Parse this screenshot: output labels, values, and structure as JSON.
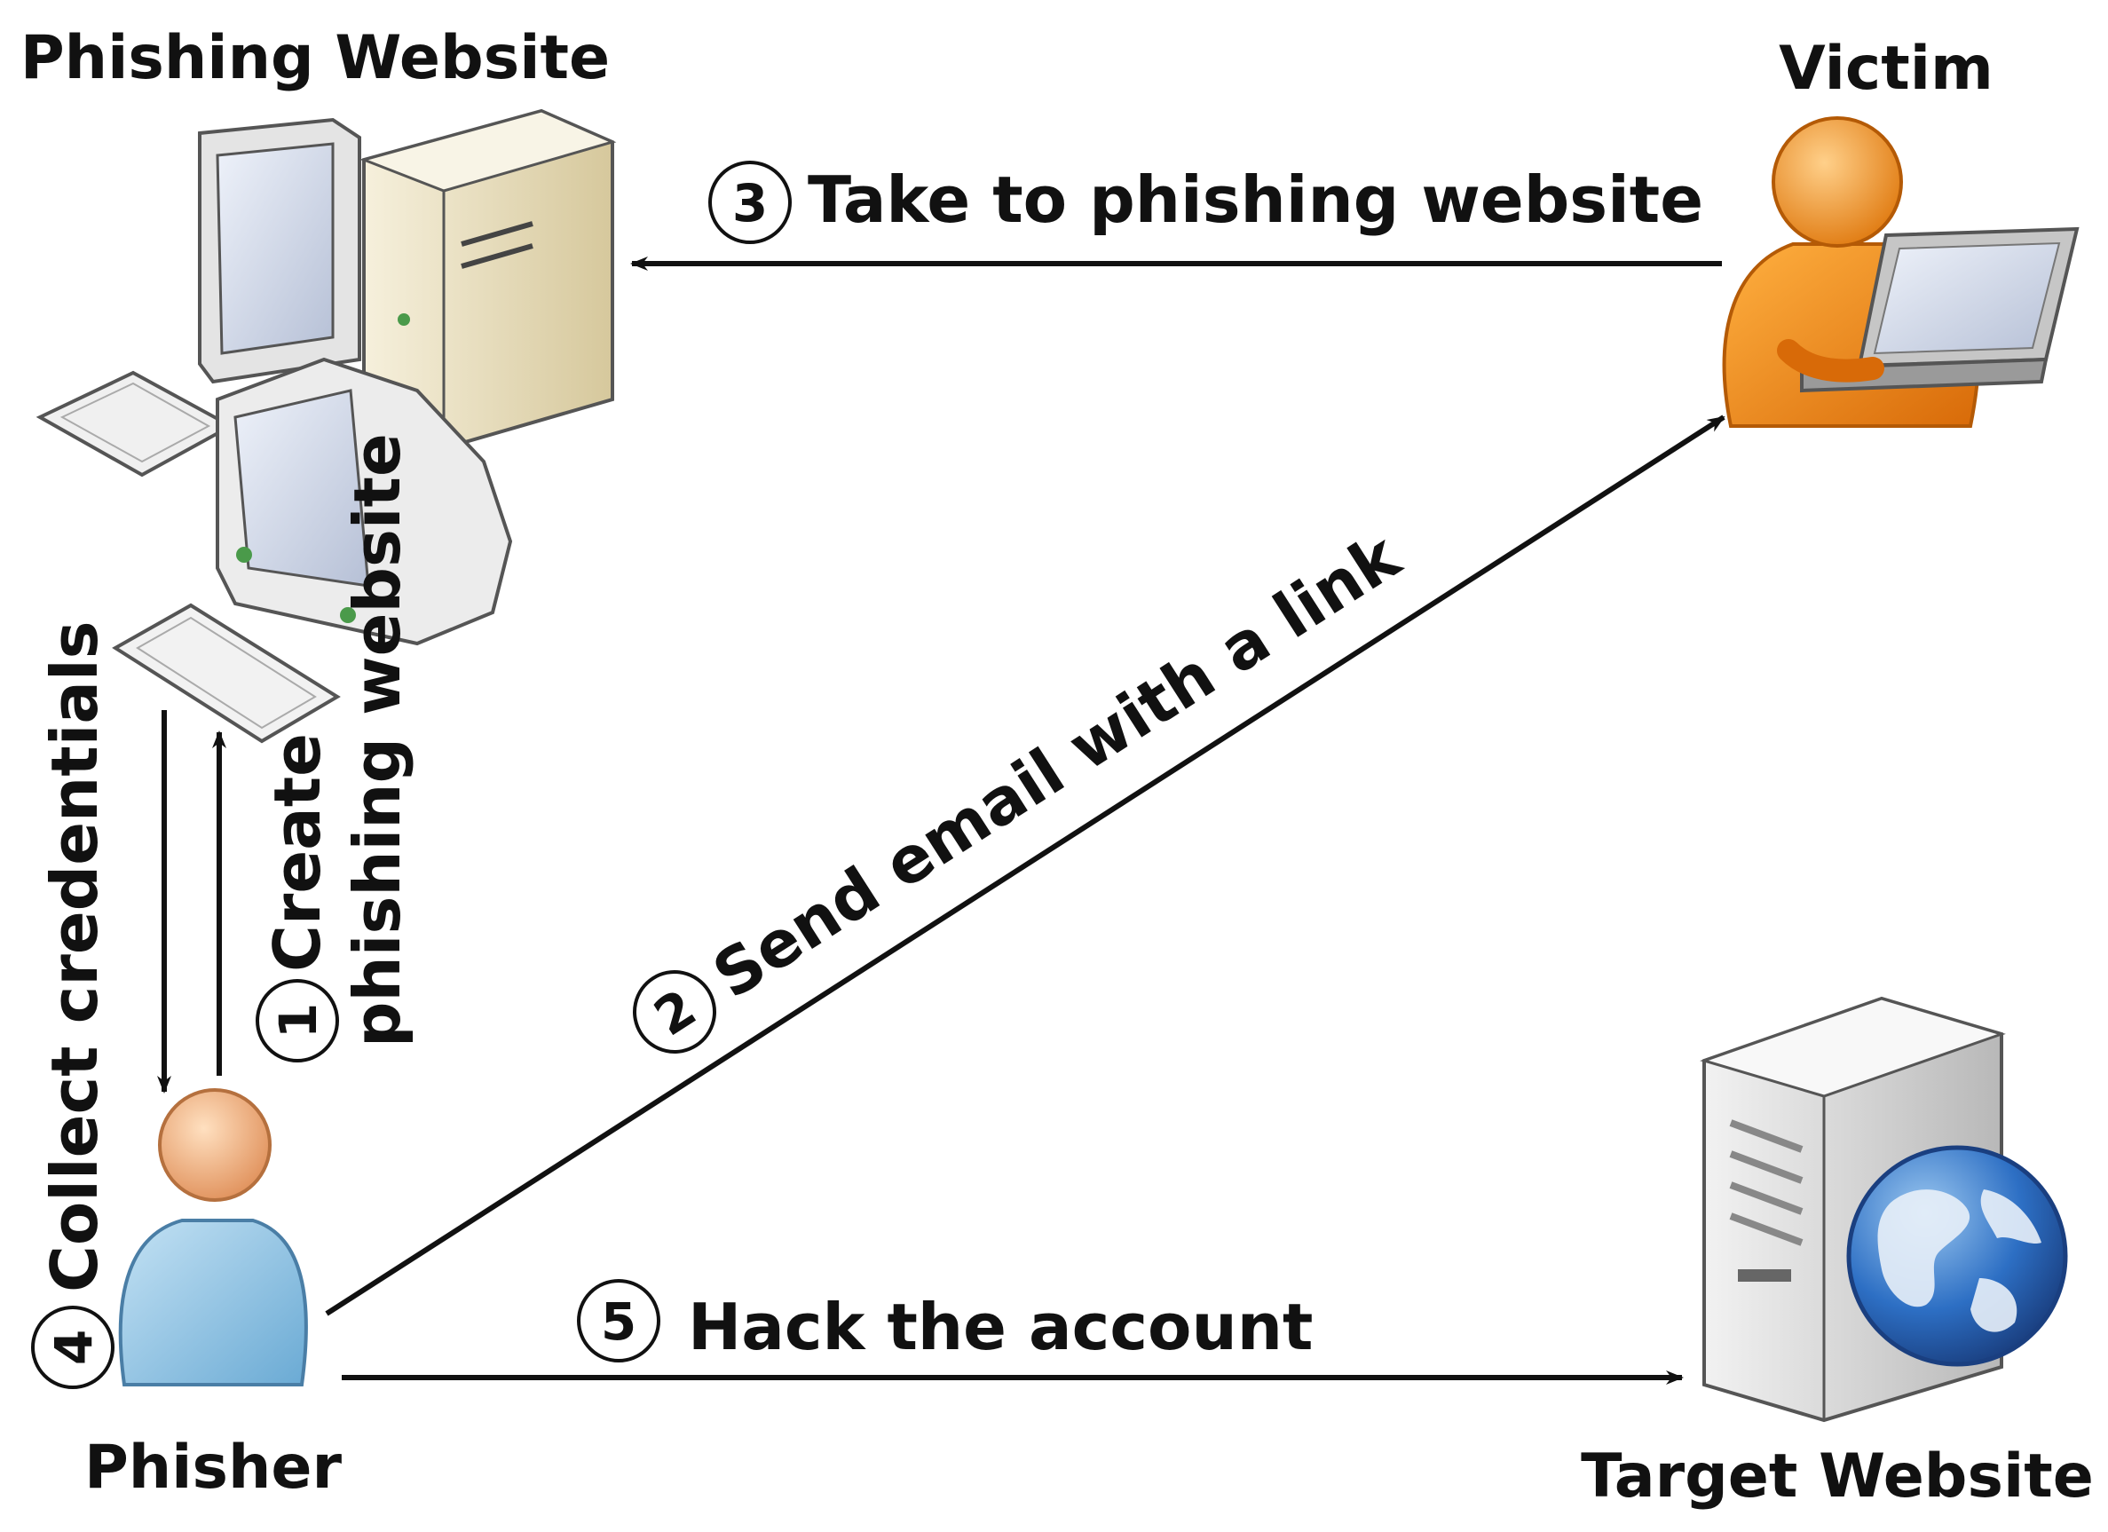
{
  "nodes": {
    "phishing_website": {
      "label": "Phishing Website"
    },
    "victim": {
      "label": "Victim"
    },
    "phisher": {
      "label": "Phisher"
    },
    "target_website": {
      "label": "Target Website"
    }
  },
  "steps": [
    {
      "number": "1",
      "label_line1": "Create",
      "label_line2": "phishing website"
    },
    {
      "number": "2",
      "label": "Send email with a link"
    },
    {
      "number": "3",
      "label": "Take to phishing website"
    },
    {
      "number": "4",
      "label": "Collect credentials"
    },
    {
      "number": "5",
      "label": "Hack the account"
    }
  ],
  "colors": {
    "victim": "#f39a1e",
    "phisher": "#8fc4e4",
    "globe": "#2d6fc4",
    "arrow": "#111111",
    "tower": "#efe6c8"
  },
  "icons": {
    "phishing_website": "desktop-computers-icon",
    "victim": "user-with-laptop-icon",
    "phisher": "user-icon",
    "target_website": "server-globe-icon"
  }
}
